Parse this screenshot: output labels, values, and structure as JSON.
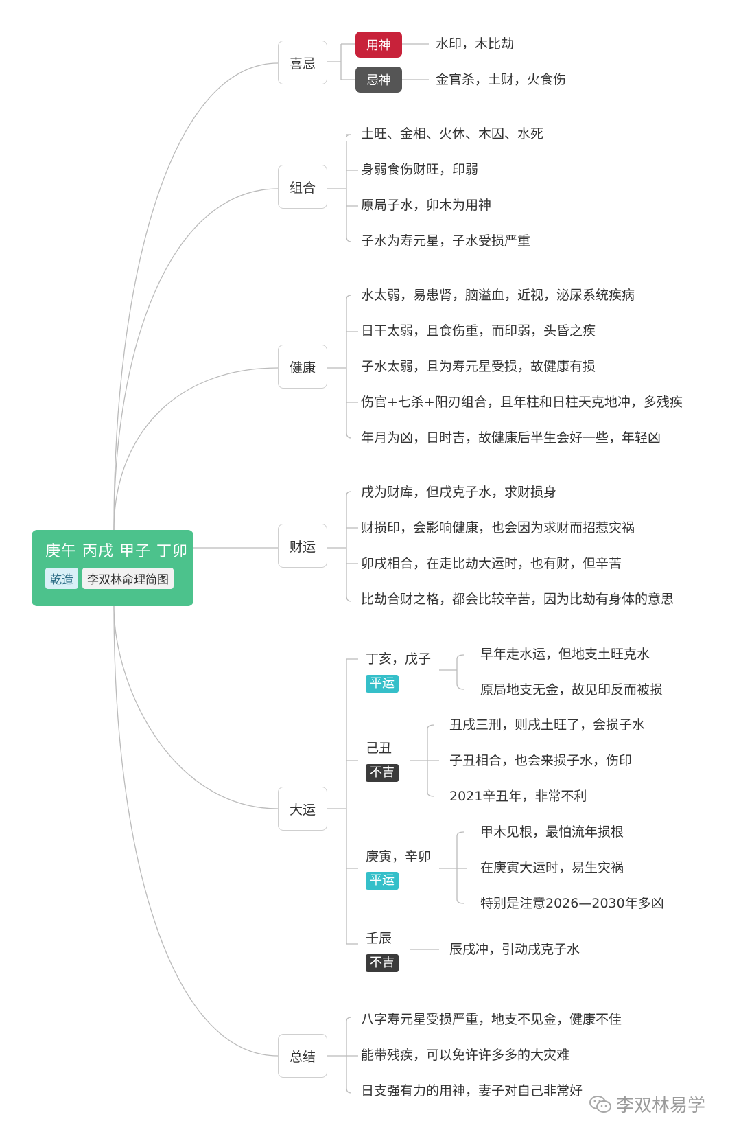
{
  "root": {
    "title": "庚午 丙戌 甲子 丁卯",
    "tag_gender": "乾造",
    "tag_name": "李双林命理简图"
  },
  "xiji": {
    "label": "喜忌",
    "yongshen": {
      "label": "用神",
      "text": "水印，木比劫",
      "color": "#c8223a"
    },
    "jishen": {
      "label": "忌神",
      "text": "金官杀，土财，火食伤",
      "color": "#555555"
    }
  },
  "zuhe": {
    "label": "组合",
    "items": [
      "土旺、金相、火休、木囚、水死",
      "身弱食伤财旺，印弱",
      "原局子水，卯木为用神",
      "子水为寿元星，子水受损严重"
    ]
  },
  "jiankang": {
    "label": "健康",
    "items": [
      "水太弱，易患肾，脑溢血，近视，泌尿系统疾病",
      "日干太弱，且食伤重，而印弱，头昏之疾",
      "子水太弱，且为寿元星受损，故健康有损",
      "伤官+七杀+阳刃组合，且年柱和日柱天克地冲，多残疾",
      "年月为凶，日时吉，故健康后半生会好一些，年轻凶"
    ]
  },
  "caiyun": {
    "label": "财运",
    "items": [
      "戌为财库，但戌克子水，求财损身",
      "财损印，会影响健康，也会因为求财而招惹灾祸",
      "卯戌相合，在走比劫大运时，也有财，但辛苦",
      "比劫合财之格，都会比较辛苦，因为比劫有身体的意思"
    ]
  },
  "dayun": {
    "label": "大运",
    "groups": [
      {
        "name": "丁亥，戊子",
        "tag": "平运",
        "items": [
          "早年走水运，但地支土旺克水",
          "原局地支无金，故见印反而被损"
        ]
      },
      {
        "name": "己丑",
        "tag": "不吉",
        "items": [
          "丑戌三刑，则戌土旺了，会损子水",
          "子丑相合，也会来损子水，伤印",
          "2021辛丑年，非常不利"
        ]
      },
      {
        "name": "庚寅，辛卯",
        "tag": "平运",
        "items": [
          "甲木见根，最怕流年损根",
          "在庚寅大运时，易生灾祸",
          "特别是注意2026—2030年多凶"
        ]
      },
      {
        "name": "壬辰",
        "tag": "不吉",
        "items": [
          "辰戌冲，引动戌克子水"
        ]
      }
    ]
  },
  "zongjie": {
    "label": "总结",
    "items": [
      "八字寿元星受损严重，地支不见金，健康不佳",
      "能带残疾，可以免许许多多的大灾难",
      "日支强有力的用神，妻子对自己非常好"
    ]
  },
  "watermark": {
    "text": "李双林易学",
    "icon": "wechat-icon"
  },
  "colors": {
    "root_bg": "#4cc28c",
    "ping": "#35bfc9",
    "buji": "#3b3b3b",
    "line": "#bbbbbb"
  }
}
